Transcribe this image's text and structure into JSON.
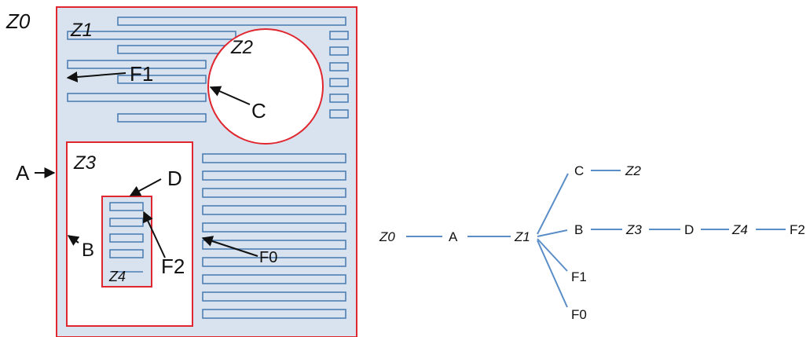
{
  "colors": {
    "fill": "#d9e3ef",
    "channel": "#4f7fb3",
    "border": "#e0262e",
    "arrow": "#111111",
    "tree_line": "#5b8ec7"
  },
  "left_diagram": {
    "outer_label": "Z0",
    "zones": {
      "z1": "Z1",
      "z2": "Z2",
      "z3": "Z3",
      "z4": "Z4"
    },
    "pointers": {
      "f1": "F1",
      "c": "C",
      "a": "A",
      "d": "D",
      "b": "B",
      "f2": "F2",
      "f0": "F0"
    }
  },
  "tree": {
    "nodes": {
      "z0": "Z0",
      "a": "A",
      "z1": "Z1",
      "c": "C",
      "z2": "Z2",
      "b": "B",
      "z3": "Z3",
      "d": "D",
      "z4": "Z4",
      "f2": "F2",
      "f1": "F1",
      "f0": "F0"
    }
  }
}
